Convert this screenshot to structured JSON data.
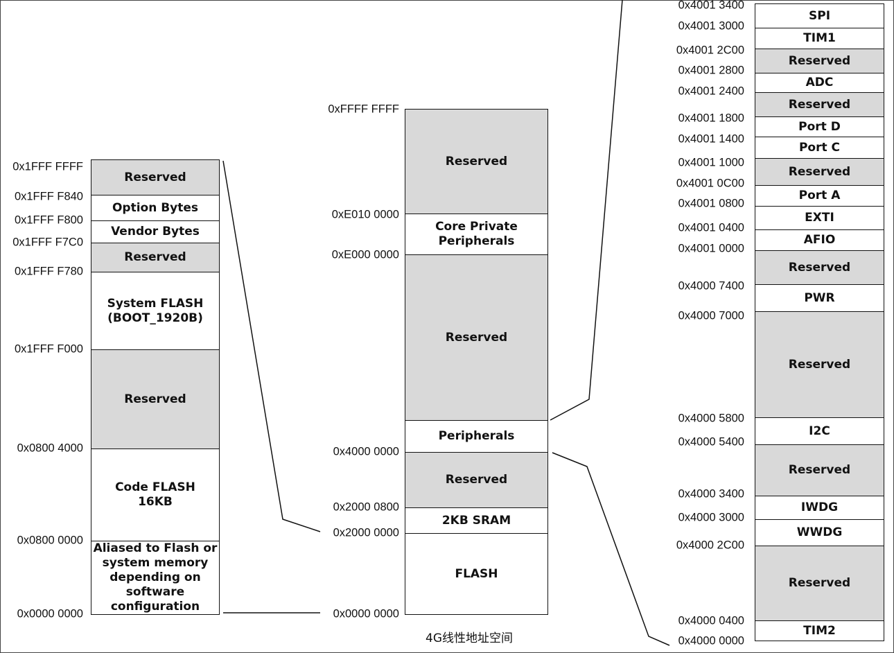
{
  "caption": "4G线性地址空间",
  "colors": {
    "reserved": "#d9d9d9",
    "region": "#ffffff",
    "border": "#111111"
  },
  "left": {
    "blocks": [
      {
        "label": "Reserved",
        "reserved": true
      },
      {
        "label": "Option Bytes",
        "reserved": false
      },
      {
        "label": "Vendor Bytes",
        "reserved": false
      },
      {
        "label": "Reserved",
        "reserved": true
      },
      {
        "label": "System FLASH\n(BOOT_1920B)",
        "reserved": false
      },
      {
        "label": "Reserved",
        "reserved": true
      },
      {
        "label": "Code FLASH\n16KB",
        "reserved": false
      },
      {
        "label": "Aliased to Flash or\nsystem memory\ndepending on\nsoftware\nconfiguration",
        "reserved": false
      }
    ],
    "addresses": [
      "0x1FFF FFFF",
      "0x1FFF F840",
      "0x1FFF F800",
      "0x1FFF F7C0",
      "0x1FFF F780",
      "0x1FFF F000",
      "0x0800 4000",
      "0x0800 0000",
      "0x0000 0000"
    ]
  },
  "middle": {
    "blocks": [
      {
        "label": "Reserved",
        "reserved": true
      },
      {
        "label": "Core Private\nPeripherals",
        "reserved": false
      },
      {
        "label": "Reserved",
        "reserved": true
      },
      {
        "label": "Peripherals",
        "reserved": false
      },
      {
        "label": "Reserved",
        "reserved": true
      },
      {
        "label": "2KB SRAM",
        "reserved": false
      },
      {
        "label": "FLASH",
        "reserved": false
      }
    ],
    "addresses": [
      "0xFFFF FFFF",
      "0xE010 0000",
      "0xE000 0000",
      "0x4000 0000",
      "0x2000 0800",
      "0x2000 0000",
      "0x0000 0000"
    ]
  },
  "right": {
    "blocks": [
      {
        "label": "SPI",
        "reserved": false
      },
      {
        "label": "TIM1",
        "reserved": false
      },
      {
        "label": "Reserved",
        "reserved": true
      },
      {
        "label": "ADC",
        "reserved": false
      },
      {
        "label": "Reserved",
        "reserved": true
      },
      {
        "label": "Port D",
        "reserved": false
      },
      {
        "label": "Port C",
        "reserved": false
      },
      {
        "label": "Reserved",
        "reserved": true
      },
      {
        "label": "Port A",
        "reserved": false
      },
      {
        "label": "EXTI",
        "reserved": false
      },
      {
        "label": "AFIO",
        "reserved": false
      },
      {
        "label": "Reserved",
        "reserved": true
      },
      {
        "label": "PWR",
        "reserved": false
      },
      {
        "label": "Reserved",
        "reserved": true
      },
      {
        "label": "I2C",
        "reserved": false
      },
      {
        "label": "Reserved",
        "reserved": true
      },
      {
        "label": "IWDG",
        "reserved": false
      },
      {
        "label": "WWDG",
        "reserved": false
      },
      {
        "label": "Reserved",
        "reserved": true
      },
      {
        "label": "TIM2",
        "reserved": false
      }
    ],
    "addresses": [
      "0x4001 3400",
      "0x4001 3000",
      "0x4001 2C00",
      "0x4001 2800",
      "0x4001 2400",
      "0x4001 1800",
      "0x4001 1400",
      "0x4001 1000",
      "0x4001 0C00",
      "0x4001 0800",
      "0x4001 0400",
      "0x4001 0000",
      "0x4000 7400",
      "0x4000 7000",
      "0x4000 5800",
      "0x4000 5400",
      "0x4000 3400",
      "0x4000 3000",
      "0x4000 2C00",
      "0x4000 0400",
      "0x4000 0000"
    ]
  }
}
